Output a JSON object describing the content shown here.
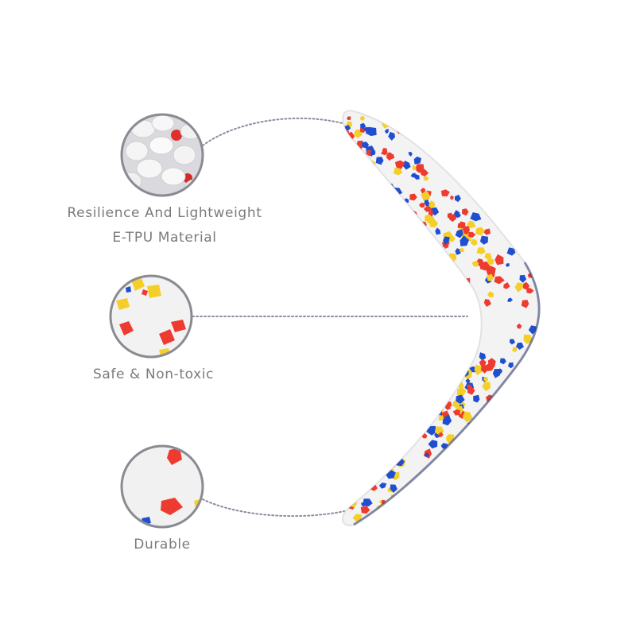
{
  "features": [
    {
      "id": "material",
      "lines": [
        "Resilience And Lightweight",
        "E-TPU Material"
      ],
      "icon": "foam-beads-icon"
    },
    {
      "id": "safety",
      "lines": [
        "Safe & Non-toxic"
      ],
      "icon": "confetti-texture-icon"
    },
    {
      "id": "durability",
      "lines": [
        "Durable"
      ],
      "icon": "surface-closeup-icon"
    }
  ],
  "product": {
    "name": "boomerang-toy",
    "icon": "boomerang-icon"
  },
  "colors": {
    "text": "#7b7b7b",
    "circle_border": "#8a8a92",
    "dotted_line": "#8a8fa0",
    "speckle_red": "#ee3b2f",
    "speckle_yellow": "#f4cf2a",
    "speckle_blue": "#1f4fd0",
    "foam": "#f3f3f3"
  }
}
